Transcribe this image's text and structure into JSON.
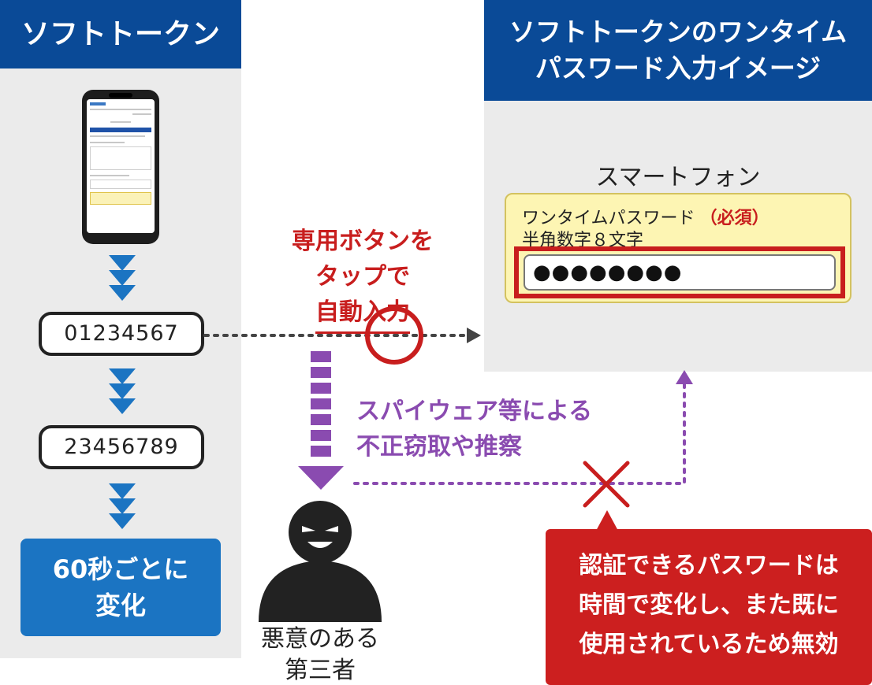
{
  "left_panel": {
    "title": "ソフトトークン",
    "code_1": "01234567",
    "code_2": "23456789",
    "change_note": [
      "60秒ごとに",
      "変化"
    ]
  },
  "right_panel": {
    "title": [
      "ソフトトークンのワンタイム",
      "パスワード入力イメージ"
    ],
    "device_label": "スマートフォン",
    "field_label": "ワンタイムパスワード",
    "field_required": "（必須）",
    "field_hint": "半角数字８文字",
    "field_value": "●●●●●●●●"
  },
  "annotations": {
    "auto_input": [
      "専用ボタンを",
      "タップで",
      "自動入力"
    ],
    "spyware": [
      "スパイウェア等による",
      "不正窃取や推察"
    ],
    "third_party": [
      "悪意のある",
      "第三者"
    ],
    "invalid_note": [
      "認証できるパスワードは",
      "時間で変化し、また既に",
      "使用されているため無効"
    ]
  },
  "colors": {
    "header_blue": "#0a4a97",
    "accent_blue": "#1b74c2",
    "red": "#c81e1e",
    "purple": "#8a4bb0",
    "panel_gray": "#ebebeb",
    "input_yellow": "#fdf5b3"
  },
  "icons": {
    "smartphone": "smartphone-icon",
    "villain": "villain-icon",
    "ok_circle": "circle-icon",
    "ng_cross": "cross-icon"
  }
}
